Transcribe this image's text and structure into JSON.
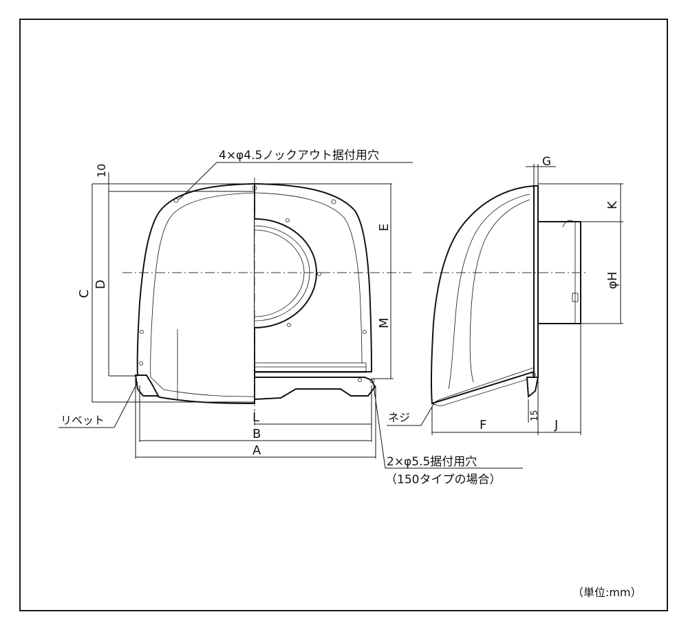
{
  "labels": {
    "knockout_holes": "4×φ4.5ノックアウト据付用穴",
    "dim_10": "10",
    "dim_c": "C",
    "dim_d": "D",
    "dim_e": "E",
    "dim_m": "M",
    "dim_l": "L",
    "dim_b": "B",
    "dim_a": "A",
    "rivet": "リベット",
    "mount_holes": "2×φ5.5据付用穴",
    "mount_holes_note": "（150タイプの場合）",
    "dim_g": "G",
    "dim_k": "K",
    "dim_h": "φH",
    "screw": "ネジ",
    "dim_15": "15",
    "dim_f": "F",
    "dim_j": "J",
    "unit": "（単位:mm）"
  }
}
